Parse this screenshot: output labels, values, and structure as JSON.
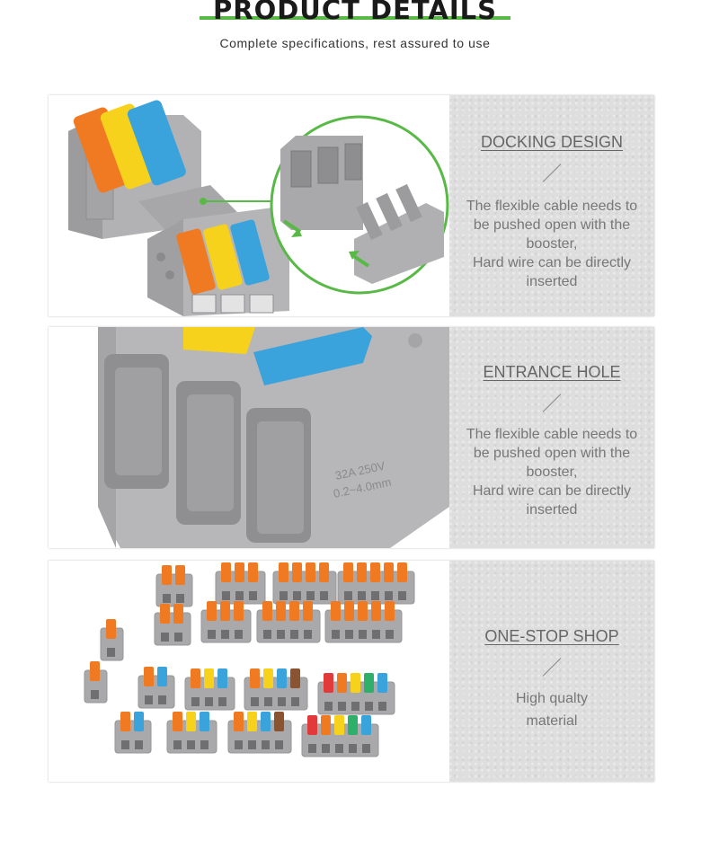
{
  "header": {
    "title": "PRODUCT DETAILS",
    "subtitle": "Complete specifications, rest assured to use",
    "accent_color": "#59b947"
  },
  "sections": [
    {
      "heading": "DOCKING DESIGN",
      "description": "The flexible cable needs to\nbe pushed open with the\nbooster,\nHard wire can be directly\ninserted",
      "image": "docking-connector-photo"
    },
    {
      "heading": "ENTRANCE HOLE",
      "description": "The flexible cable needs to\nbe pushed open with the\nbooster,\nHard wire can be directly\ninserted",
      "image": "entrance-hole-closeup-photo",
      "embossed_text": [
        "32A 250V",
        "0.2~4.0mm"
      ]
    },
    {
      "heading": "ONE-STOP SHOP",
      "description": "High qualty\nmaterial",
      "image": "connector-assortment-photo"
    }
  ],
  "colors": {
    "housing_gray": "#a9a9ab",
    "lever_orange": "#f07a22",
    "lever_yellow": "#f7d21c",
    "lever_blue": "#3aa3dc",
    "lever_green": "#2fb06a",
    "lever_red": "#e23a3a",
    "lever_brown": "#8a5430"
  }
}
